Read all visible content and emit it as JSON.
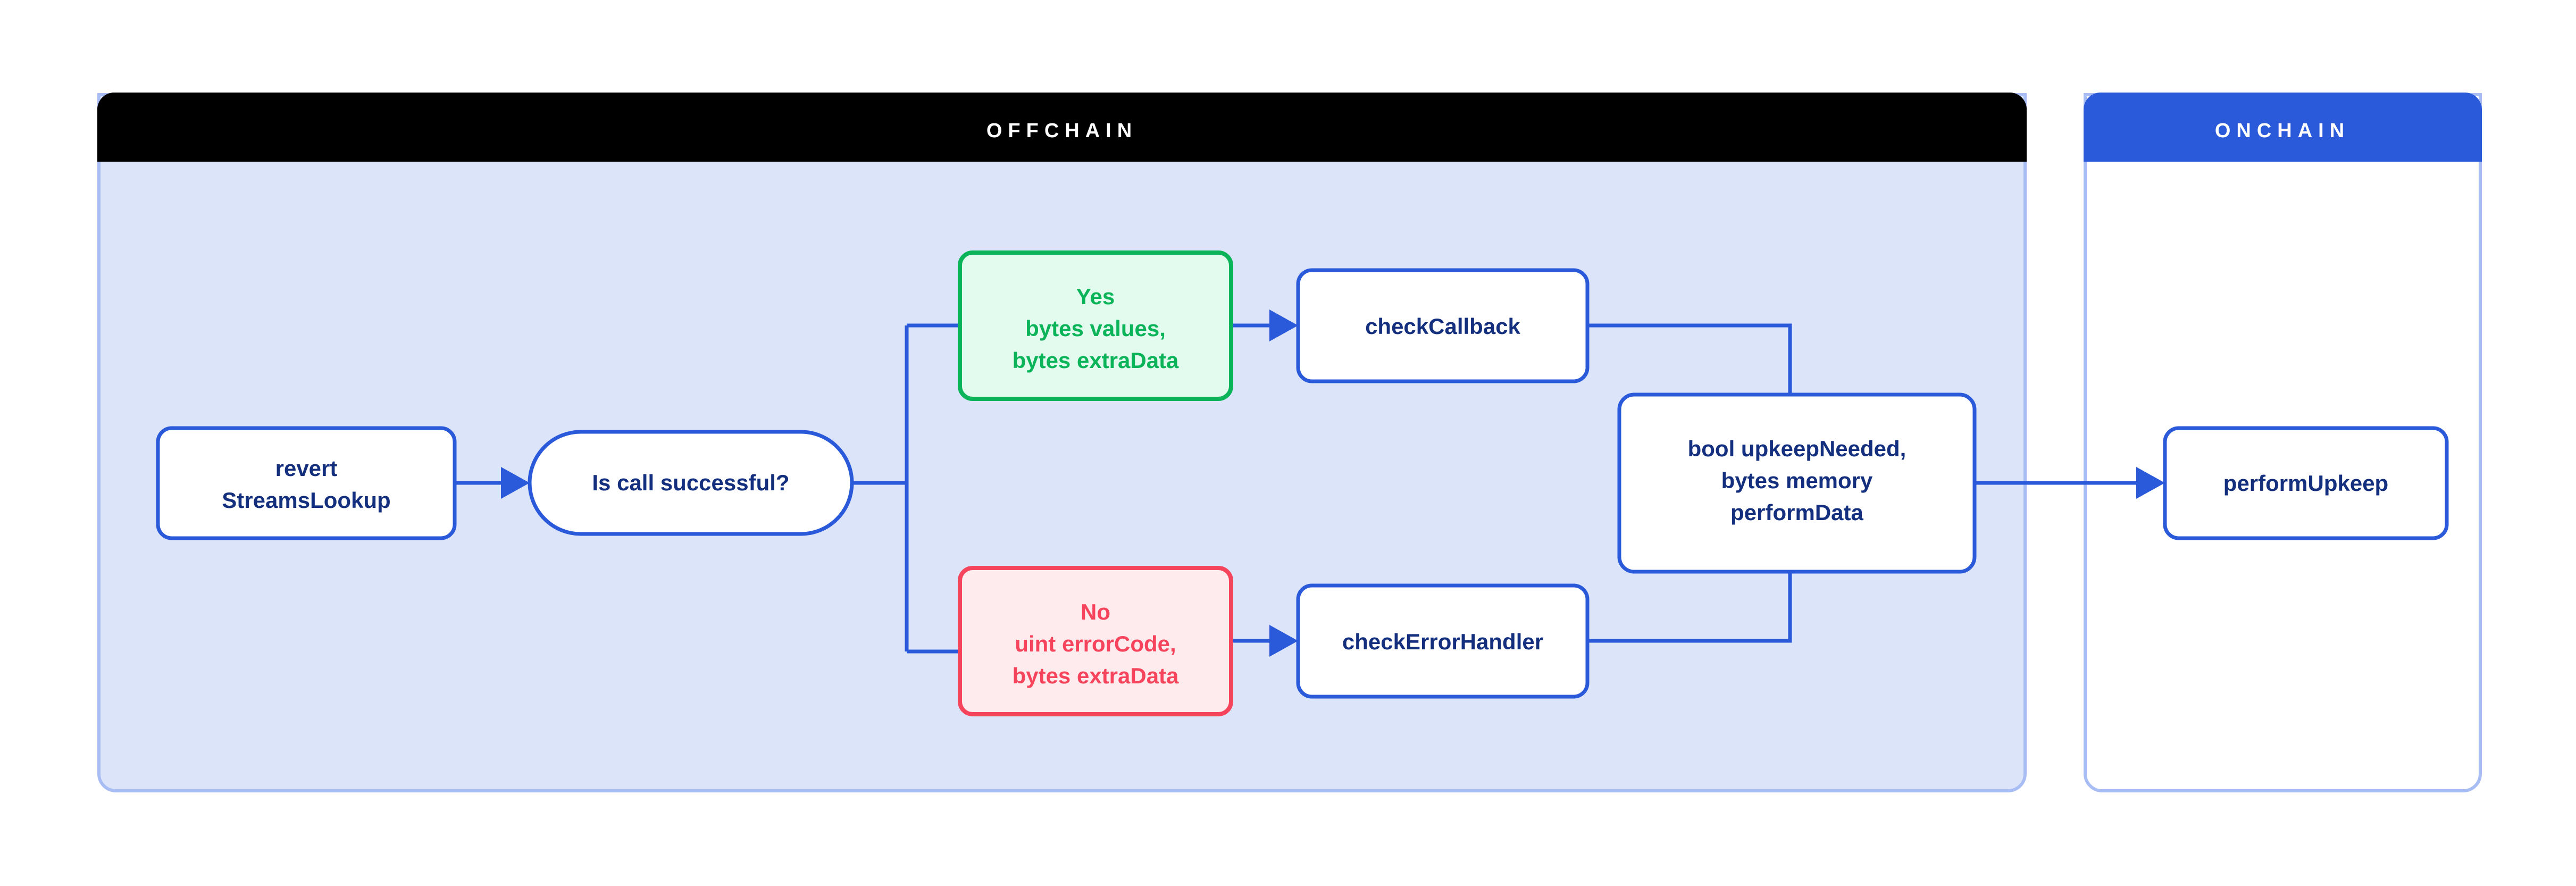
{
  "diagram": {
    "title_offchain": "OFFCHAIN",
    "title_onchain": "ONCHAIN",
    "colors": {
      "offchain_header_bg": "#000000",
      "offchain_body_bg": "#dce4f9",
      "offchain_border": "#a9bdf5",
      "onchain_header_bg": "#2a5ada",
      "onchain_body_bg": "#ffffff",
      "onchain_border": "#a9bdf5",
      "connector": "#2a5ada",
      "node_border_blue": "#2a5ada",
      "node_text_blue": "#132f7e",
      "node_border_green": "#0bb359",
      "node_fill_green": "#e2fbee",
      "node_text_green": "#0bb359",
      "node_border_red": "#f7445d",
      "node_fill_red": "#fdebee",
      "node_text_red": "#f7445d",
      "node_fill_white": "#ffffff",
      "page_bg": "#ffffff"
    },
    "lanes": [
      {
        "id": "offchain",
        "label": "OFFCHAIN"
      },
      {
        "id": "onchain",
        "label": "ONCHAIN"
      }
    ],
    "nodes": [
      {
        "id": "revert-streams-lookup",
        "lane": "offchain",
        "shape": "rounded-rect",
        "style": "blue",
        "lines": [
          "revert",
          "StreamsLookup"
        ]
      },
      {
        "id": "is-call-successful",
        "lane": "offchain",
        "shape": "pill",
        "style": "blue",
        "lines": [
          "Is call successful?"
        ]
      },
      {
        "id": "branch-yes",
        "lane": "offchain",
        "shape": "rounded-rect",
        "style": "green",
        "lines": [
          "Yes",
          "bytes values,",
          "bytes extraData"
        ]
      },
      {
        "id": "branch-no",
        "lane": "offchain",
        "shape": "rounded-rect",
        "style": "red",
        "lines": [
          "No",
          "uint errorCode,",
          "bytes extraData"
        ]
      },
      {
        "id": "check-callback",
        "lane": "offchain",
        "shape": "rounded-rect",
        "style": "blue",
        "lines": [
          "checkCallback"
        ]
      },
      {
        "id": "check-error-handler",
        "lane": "offchain",
        "shape": "rounded-rect",
        "style": "blue",
        "lines": [
          "checkErrorHandler"
        ]
      },
      {
        "id": "upkeep-needed",
        "lane": "offchain",
        "shape": "rounded-rect",
        "style": "blue",
        "lines": [
          "bool upkeepNeeded,",
          "bytes memory",
          "performData"
        ]
      },
      {
        "id": "perform-upkeep",
        "lane": "onchain",
        "shape": "rounded-rect",
        "style": "blue",
        "lines": [
          "performUpkeep"
        ]
      }
    ],
    "edges": [
      {
        "id": "e1",
        "from": "revert-streams-lookup",
        "to": "is-call-successful",
        "arrow": true
      },
      {
        "id": "e2",
        "from": "is-call-successful",
        "to": "branch-yes",
        "arrow": false
      },
      {
        "id": "e3",
        "from": "is-call-successful",
        "to": "branch-no",
        "arrow": false
      },
      {
        "id": "e4",
        "from": "branch-yes",
        "to": "check-callback",
        "arrow": true
      },
      {
        "id": "e5",
        "from": "branch-no",
        "to": "check-error-handler",
        "arrow": true
      },
      {
        "id": "e6",
        "from": "check-callback",
        "to": "upkeep-needed",
        "arrow": false
      },
      {
        "id": "e7",
        "from": "check-error-handler",
        "to": "upkeep-needed",
        "arrow": false
      },
      {
        "id": "e8",
        "from": "upkeep-needed",
        "to": "perform-upkeep",
        "arrow": true
      }
    ]
  },
  "labels": {
    "revert_line1": "revert",
    "revert_line2": "StreamsLookup",
    "decision": "Is call successful?",
    "yes_line1": "Yes",
    "yes_line2": "bytes values,",
    "yes_line3": "bytes extraData",
    "no_line1": "No",
    "no_line2": "uint errorCode,",
    "no_line3": "bytes extraData",
    "check_callback": "checkCallback",
    "check_error_handler": "checkErrorHandler",
    "upkeep_line1": "bool upkeepNeeded,",
    "upkeep_line2": "bytes memory",
    "upkeep_line3": "performData",
    "perform_upkeep": "performUpkeep"
  }
}
